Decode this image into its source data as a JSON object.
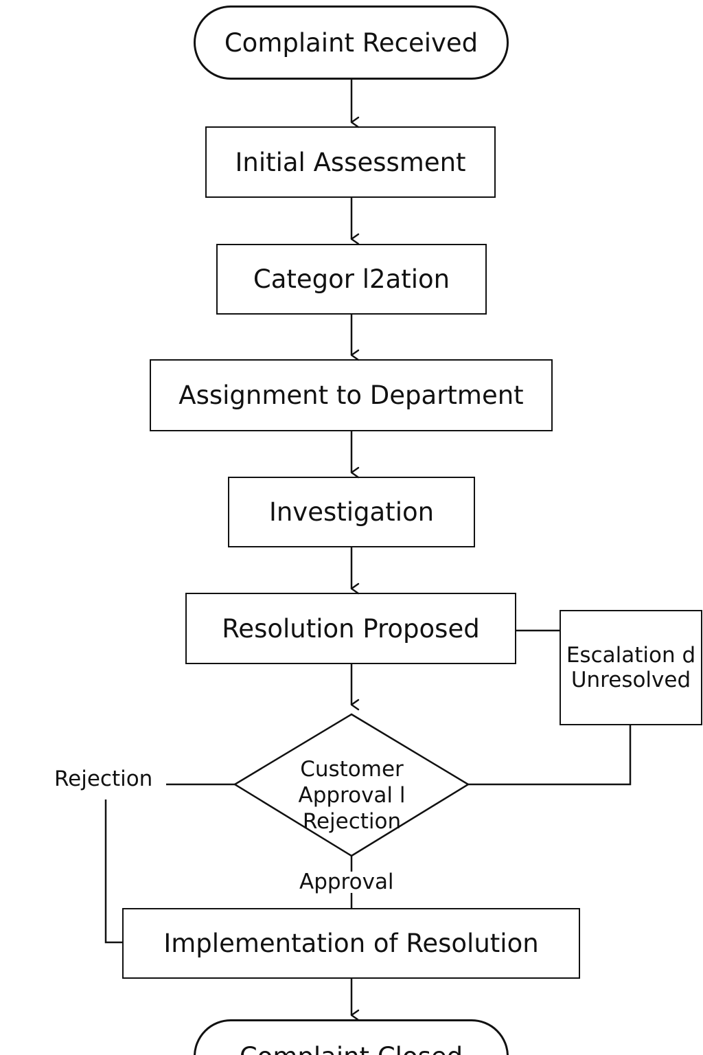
{
  "diagram": {
    "nodes": [
      {
        "id": "complaint-received",
        "label": "Complaint Received",
        "shape": "terminal"
      },
      {
        "id": "initial-assessment",
        "label": "Initial Assessment",
        "shape": "process"
      },
      {
        "id": "categorization",
        "label": "Categor l2ation",
        "shape": "process"
      },
      {
        "id": "assignment",
        "label": "Assignment to Department",
        "shape": "process"
      },
      {
        "id": "investigation",
        "label": "Investigation",
        "shape": "process"
      },
      {
        "id": "resolution-proposed",
        "label": "Resolution Proposed",
        "shape": "process"
      },
      {
        "id": "escalation",
        "label": "Escalation d Unresolved",
        "shape": "process"
      },
      {
        "id": "customer-decision",
        "label": "Customer Approval l Rejection",
        "shape": "decision"
      },
      {
        "id": "implementation",
        "label": "Implementation of Resolution",
        "shape": "process"
      },
      {
        "id": "complaint-closed",
        "label": "Complaint Closed",
        "shape": "terminal"
      }
    ],
    "edges": [
      {
        "from": "complaint-received",
        "to": "initial-assessment",
        "label": ""
      },
      {
        "from": "initial-assessment",
        "to": "categorization",
        "label": ""
      },
      {
        "from": "categorization",
        "to": "assignment",
        "label": ""
      },
      {
        "from": "assignment",
        "to": "investigation",
        "label": ""
      },
      {
        "from": "investigation",
        "to": "resolution-proposed",
        "label": ""
      },
      {
        "from": "resolution-proposed",
        "to": "customer-decision",
        "label": ""
      },
      {
        "from": "resolution-proposed",
        "to": "escalation",
        "label": ""
      },
      {
        "from": "escalation",
        "to": "customer-decision",
        "label": ""
      },
      {
        "from": "customer-decision",
        "to": "implementation",
        "label": "Approval"
      },
      {
        "from": "customer-decision",
        "to": "implementation",
        "label": "Rejection"
      },
      {
        "from": "implementation",
        "to": "complaint-closed",
        "label": ""
      }
    ]
  },
  "colors": {
    "line": "#111111",
    "background": "#ffffff",
    "text": "#111111"
  }
}
